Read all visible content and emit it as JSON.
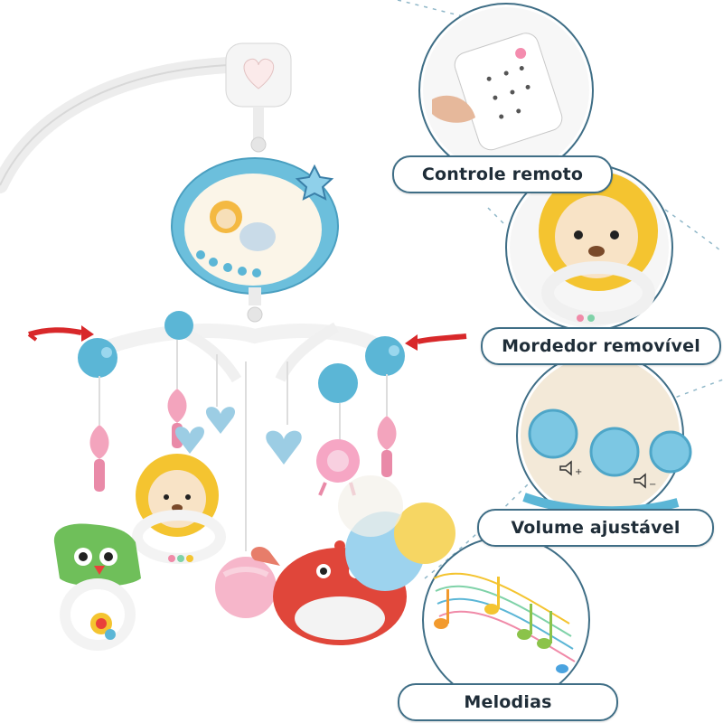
{
  "features": [
    {
      "label": "Controle remoto",
      "icon": "remote-control-icon"
    },
    {
      "label": "Mordedor removível",
      "icon": "lion-teether-icon"
    },
    {
      "label": "Volume ajustável",
      "icon": "volume-buttons-icon"
    },
    {
      "label": "Melodias",
      "icon": "music-notes-icon"
    }
  ],
  "colors": {
    "outline": "#3f6e86",
    "accent_blue": "#5bb6d6",
    "arrow_red": "#d8282a",
    "lion_yellow": "#f4c430"
  }
}
